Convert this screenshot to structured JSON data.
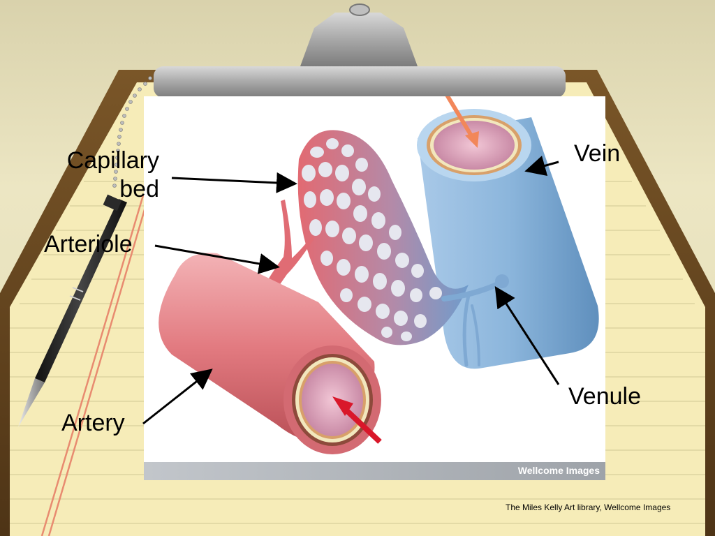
{
  "labels": {
    "capillary_line1": "Capillary",
    "capillary_line2": "bed",
    "arteriole": "Arteriole",
    "artery": "Artery",
    "vein": "Vein",
    "venule": "Venule"
  },
  "watermark": "Wellcome Images",
  "credit": "The Miles Kelly Art library, Wellcome Images",
  "colors": {
    "artery": "#e27a80",
    "vein": "#8cb6dc",
    "flow_in": "#d9172a",
    "flow_out": "#f2875a",
    "paper": "#f6ecb8",
    "clipboard": "#6b4a22"
  }
}
